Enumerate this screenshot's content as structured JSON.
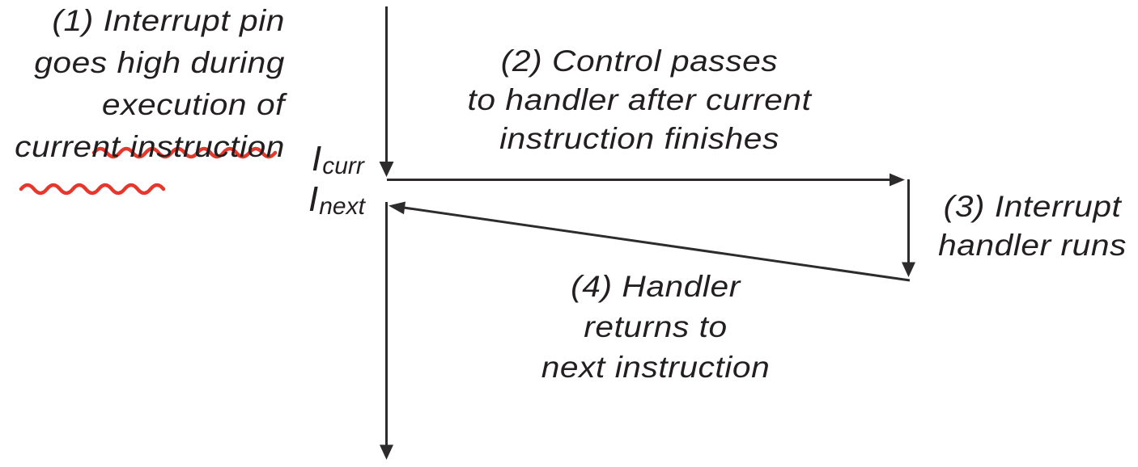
{
  "figure": {
    "background_color": "#ffffff",
    "text_color": "#231f20",
    "line_color": "#2d2b2c",
    "annotation_color": "#e5372b"
  },
  "labels": {
    "step1": {
      "line1": "(1) Interrupt pin",
      "line2": "goes high during",
      "line3": "execution of",
      "line4": "current instruction"
    },
    "step2": {
      "line1": "(2) Control passes",
      "line2": "to handler after current",
      "line3": "instruction finishes"
    },
    "step3": {
      "line1": "(3) Interrupt",
      "line2": "handler runs"
    },
    "step4": {
      "line1": "(4) Handler",
      "line2": "returns to",
      "line3": "next instruction"
    },
    "instr_curr": {
      "base": "I",
      "sub": "curr"
    },
    "instr_next": {
      "base": "I",
      "sub": "next"
    }
  },
  "annotations": {
    "squiggle_underlined_text_1": "Interrupt pin",
    "squiggle_underlined_text_2": "goes high"
  }
}
